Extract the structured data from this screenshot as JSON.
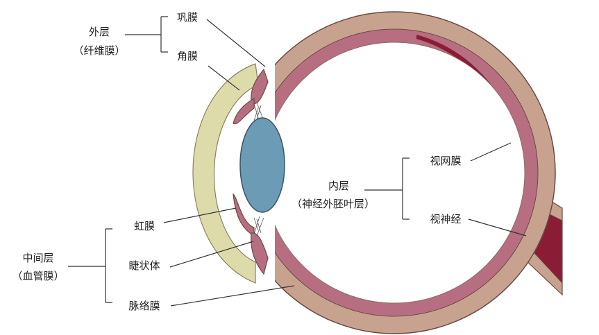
{
  "labels": {
    "outer_layer": "外层",
    "outer_layer_sub": "（纤维膜）",
    "sclera": "巩膜",
    "cornea": "角膜",
    "middle_layer": "中间层",
    "middle_layer_sub": "（血管膜）",
    "iris": "虹膜",
    "ciliary_body": "睫状体",
    "choroid": "脉络膜",
    "inner_layer": "内层",
    "inner_layer_sub": "（神经外胚叶层）",
    "retina": "视网膜",
    "optic_nerve": "视神经"
  },
  "colors": {
    "sclera": "#c7a38f",
    "cornea": "#dedbab",
    "choroid": "#b66e80",
    "retina": "#8a1c35",
    "lens": "#6c9bb5",
    "optic_nerve": "#8a1c35",
    "outline": "#6b4a45"
  }
}
